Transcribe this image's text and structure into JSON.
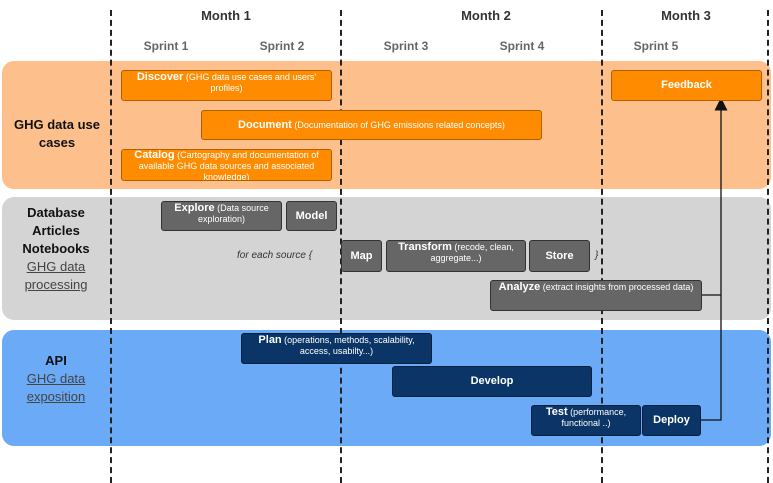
{
  "header": {
    "months": [
      "Month 1",
      "Month 2",
      "Month 3"
    ],
    "sprints": [
      "Sprint 1",
      "Sprint 2",
      "Sprint 3",
      "Sprint 4",
      "Sprint 5"
    ]
  },
  "lanes": {
    "ghg": {
      "title": "GHG data use cases",
      "color": "#fdbf8c"
    },
    "db": {
      "line1": "Database",
      "line2": "Articles",
      "line3": "Notebooks",
      "link": "GHG data processing",
      "color": "#d4d4d4"
    },
    "api": {
      "title": "API",
      "link": "GHG data exposition",
      "color": "#6aaaf7"
    }
  },
  "tasks": {
    "discover": {
      "title": "Discover",
      "desc": "(GHG data use cases and users' profiles)"
    },
    "document": {
      "title": "Document",
      "desc": "(Documentation of GHG emissions related concepts)"
    },
    "catalog": {
      "title": "Catalog",
      "desc": "(Cartography and documentation of available GHG data sources and associated knowledge)"
    },
    "feedback": {
      "title": "Feedback"
    },
    "explore": {
      "title": "Explore",
      "desc": "(Data source exploration)"
    },
    "model": {
      "title": "Model"
    },
    "for_each_open": "for each source {",
    "for_each_close": "}",
    "map": {
      "title": "Map"
    },
    "transform": {
      "title": "Transform",
      "desc": "(recode, clean, aggregate...)"
    },
    "store": {
      "title": "Store"
    },
    "analyze": {
      "title": "Analyze",
      "desc": "(extract insights from processed data)"
    },
    "plan": {
      "title": "Plan",
      "desc": "(operations, methods, scalability, access, usabilty...)"
    },
    "develop": {
      "title": "Develop"
    },
    "test": {
      "title": "Test",
      "desc": "(performance, functional ..)"
    },
    "deploy": {
      "title": "Deploy"
    }
  },
  "colors": {
    "orange_task": "#ff8b00",
    "gray_task": "#666666",
    "navy_task": "#0a3566"
  }
}
